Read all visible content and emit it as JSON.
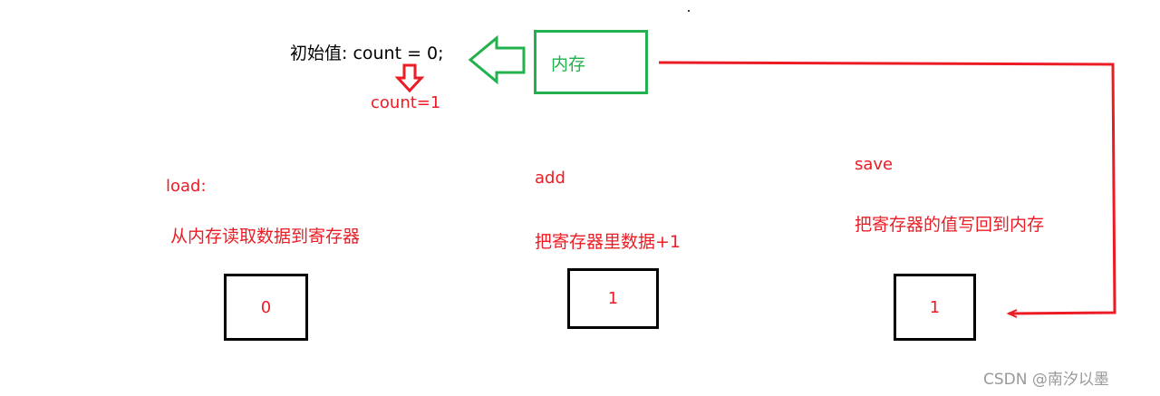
{
  "initial": {
    "label": "初始值: count = 0;"
  },
  "after": {
    "label": "count=1"
  },
  "memory": {
    "label": "内存"
  },
  "steps": [
    {
      "title": "load:",
      "desc": "从内存读取数据到寄存器",
      "register_value": "0"
    },
    {
      "title": "add",
      "desc": "把寄存器里数据+1",
      "register_value": "1"
    },
    {
      "title": "save",
      "desc": "把寄存器的值写回到内存",
      "register_value": "1"
    }
  ],
  "watermark": "CSDN @南汐以墨",
  "colors": {
    "red": "#ec1c24",
    "green": "#22b14c",
    "black": "#000000"
  }
}
